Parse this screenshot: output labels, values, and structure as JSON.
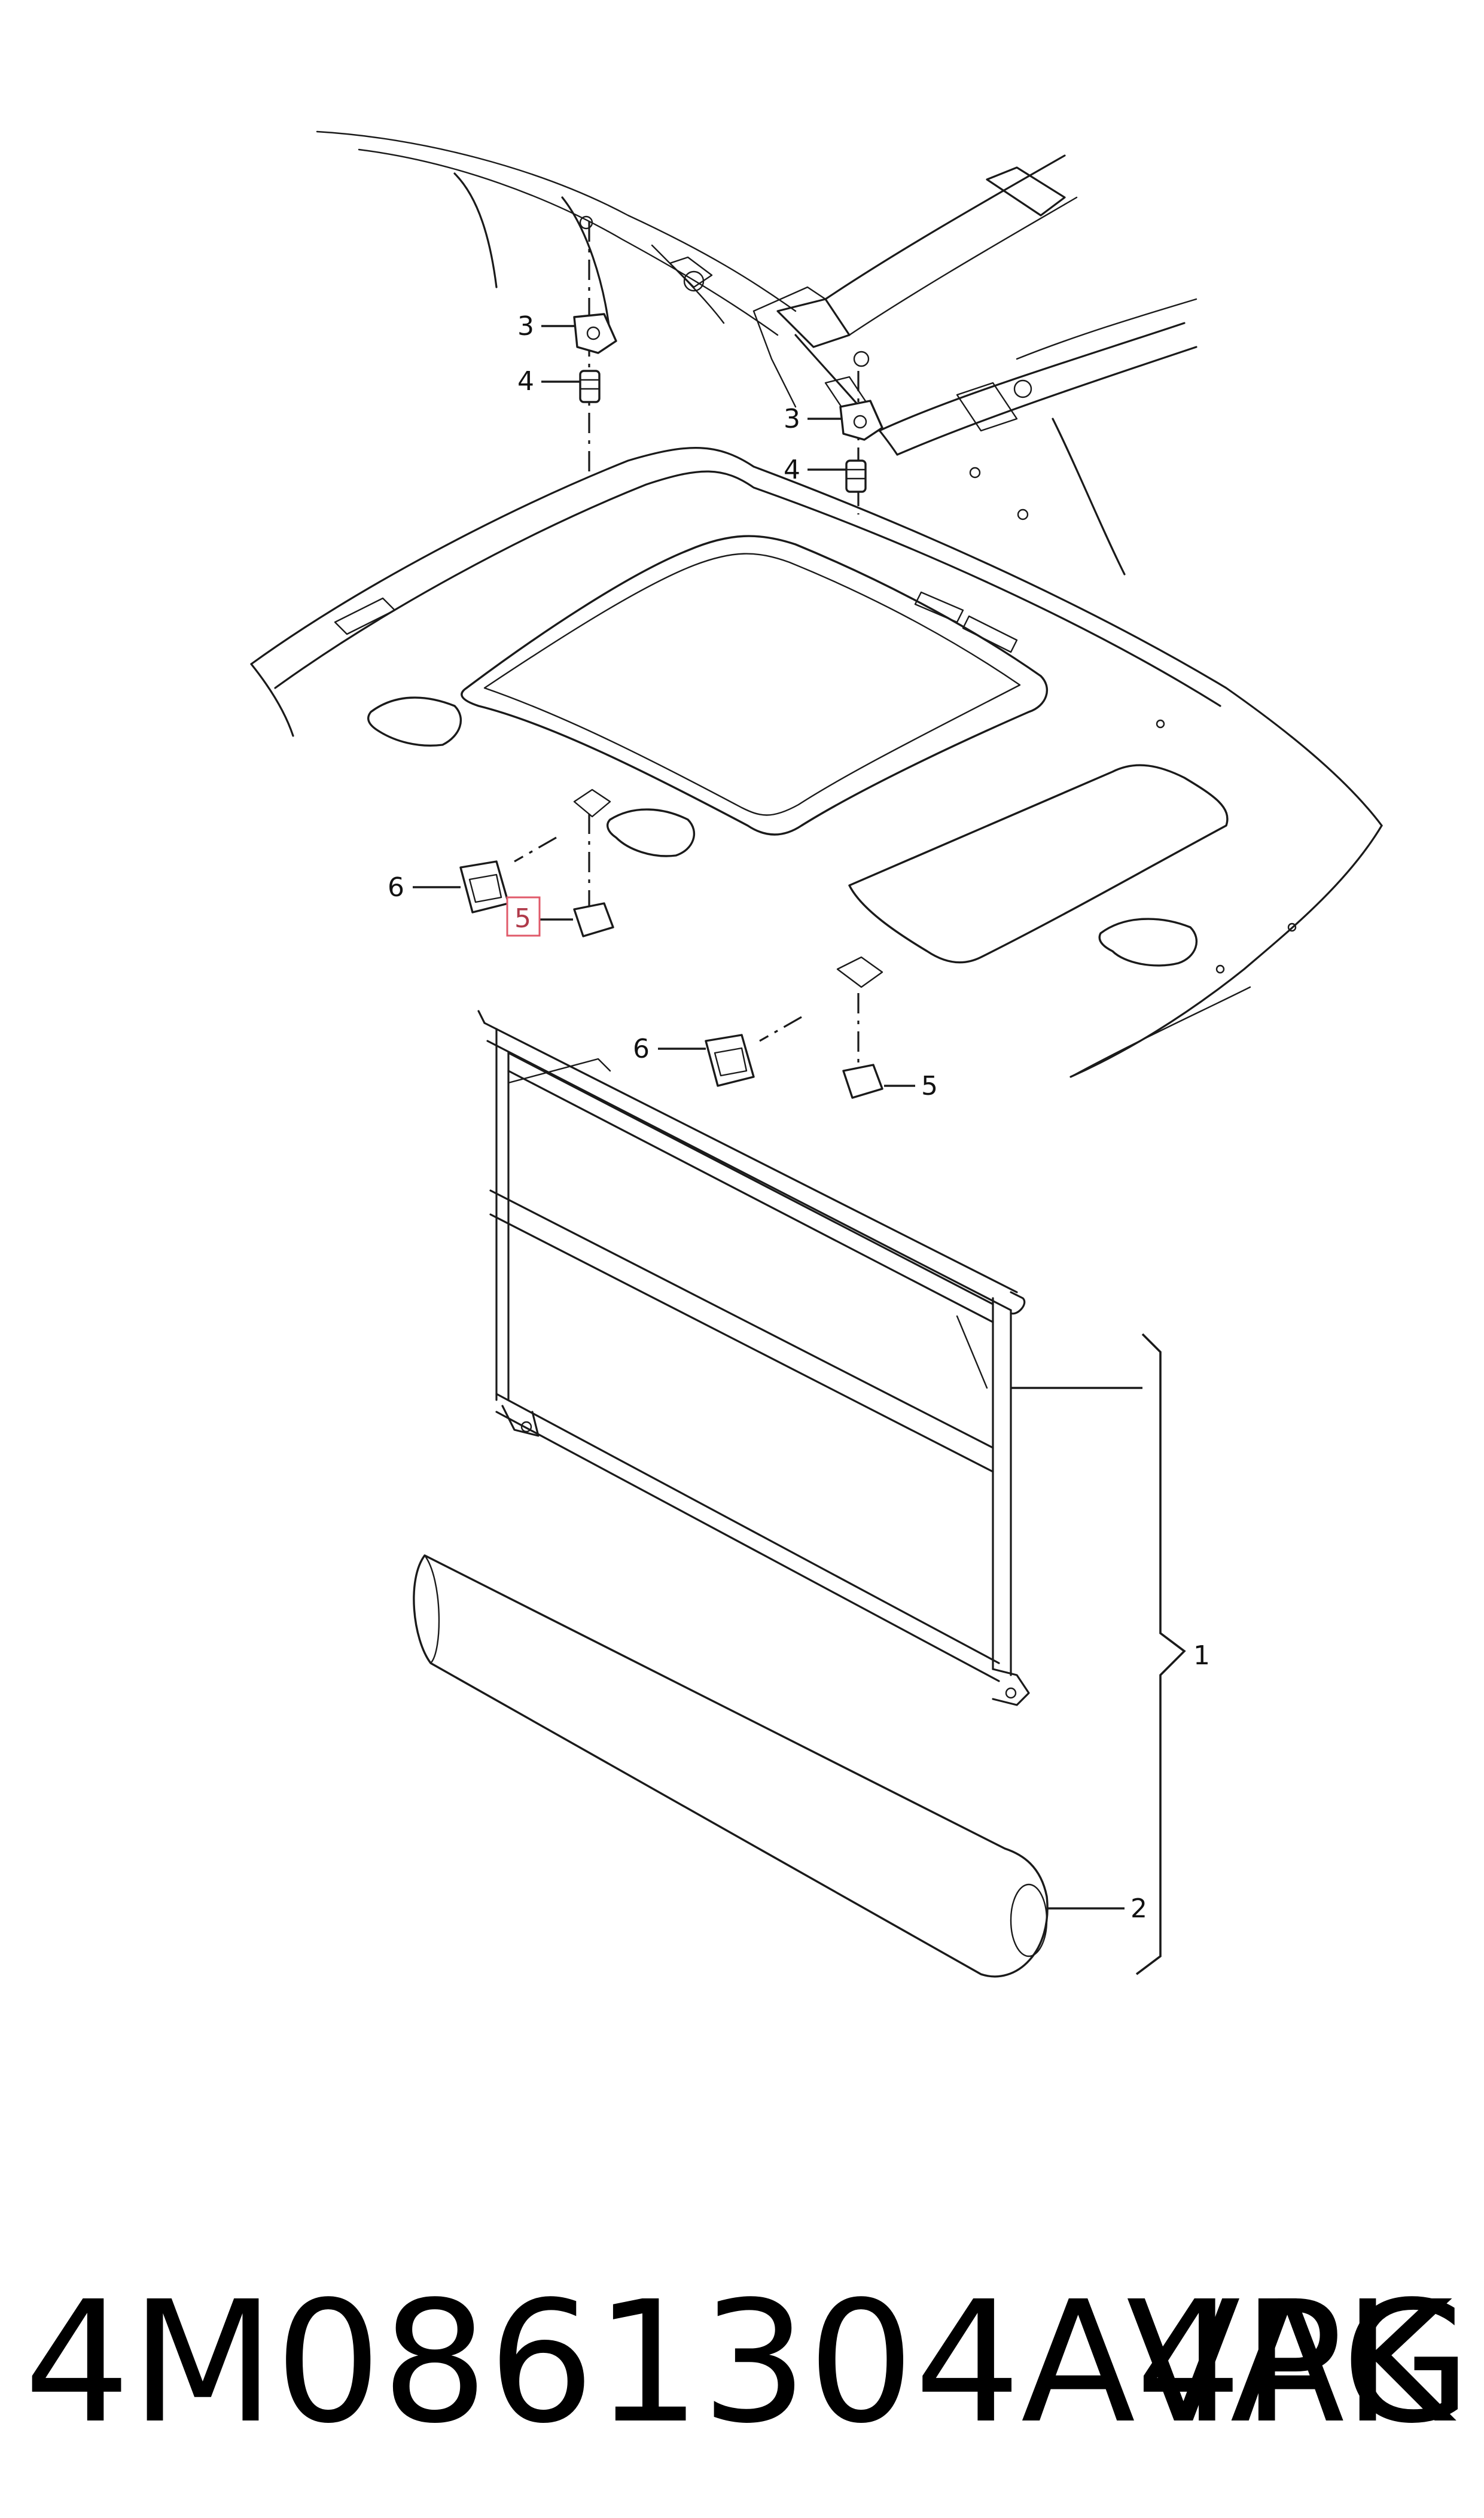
{
  "callouts": {
    "c1": "1",
    "c2": "2",
    "c3a": "3",
    "c3b": "3",
    "c4a": "4",
    "c4b": "4",
    "c5a": "5",
    "c5b": "5",
    "c6a": "6",
    "c6b": "6"
  },
  "footer": {
    "part_number": "4M0861304A4PK",
    "brand": "VAG"
  },
  "colors": {
    "line": "#1a1a1a",
    "highlight": "#e05a6a",
    "background": "#ffffff"
  }
}
